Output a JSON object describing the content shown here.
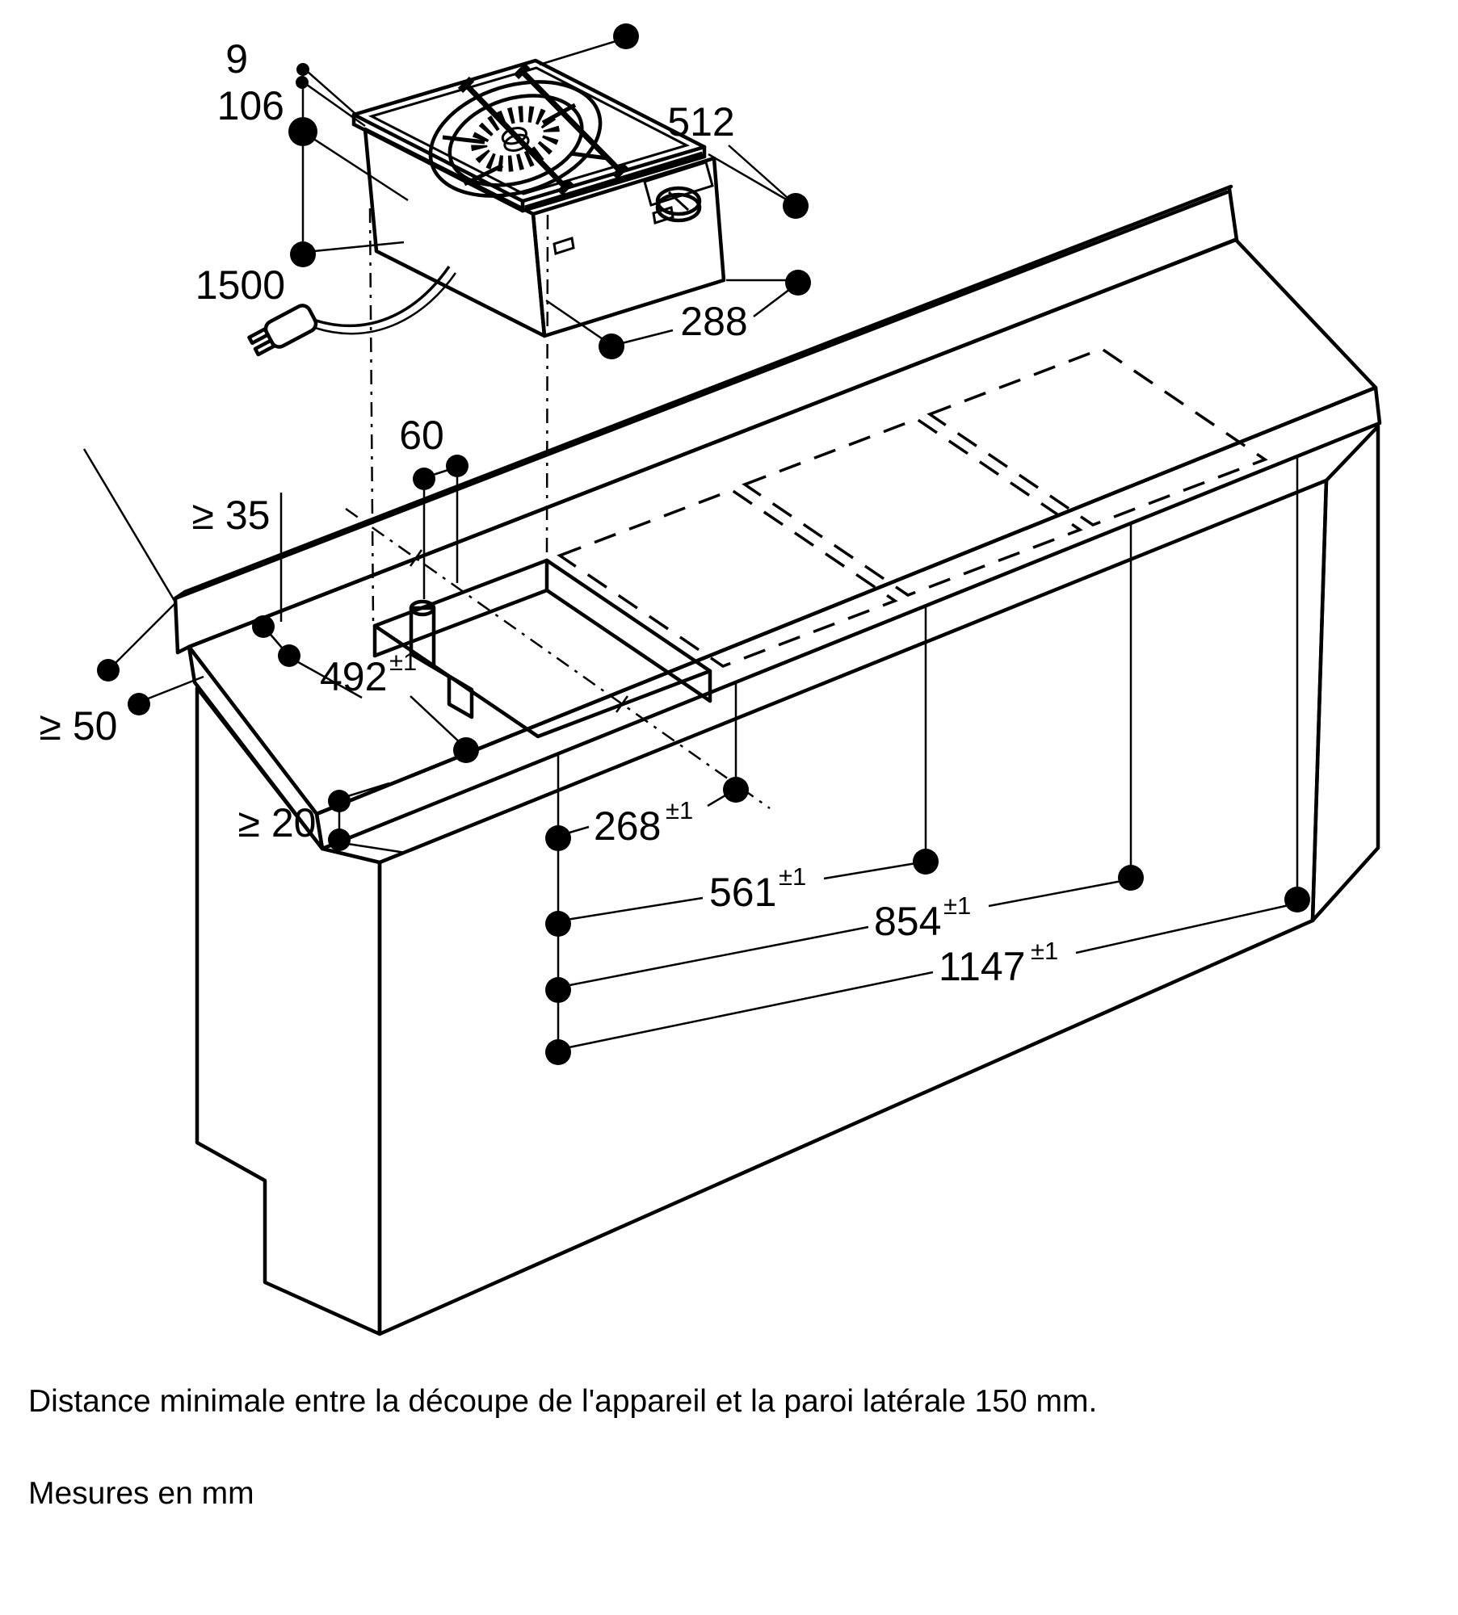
{
  "note": {
    "line1": "Distance minimale entre la découpe de l'appareil et la paroi latérale 150 mm.",
    "line2": "Mesures en mm"
  },
  "colors": {
    "line": "#000000",
    "background": "#ffffff",
    "body_shade": "#e9e9e9"
  },
  "dimensions": {
    "rim_thickness": {
      "value": "9"
    },
    "body_height": {
      "value": "106"
    },
    "cable_length": {
      "value": "1500"
    },
    "hob_width": {
      "value": "512"
    },
    "hob_depth": {
      "value": "288"
    },
    "gas_pipe_offset": {
      "value": "60"
    },
    "min_back_clearance": {
      "value": "≥ 35"
    },
    "min_side_clearance": {
      "value": "≥ 50"
    },
    "cutout_depth": {
      "value": "492",
      "tol": "±1"
    },
    "min_bottom_clearance": {
      "value": "≥ 20"
    },
    "cutout_width_1": {
      "value": "268",
      "tol": "±1"
    },
    "cutout_width_2": {
      "value": "561",
      "tol": "±1"
    },
    "cutout_width_3": {
      "value": "854",
      "tol": "±1"
    },
    "cutout_width_4": {
      "value": "1147",
      "tol": "±1"
    }
  }
}
